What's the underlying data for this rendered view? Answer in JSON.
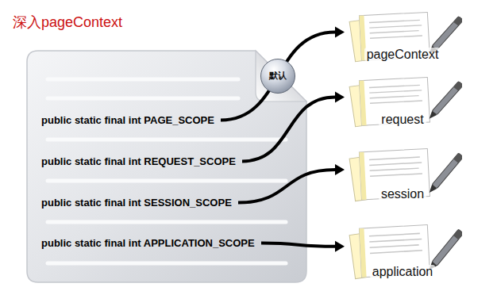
{
  "diagram": {
    "title": "深入pageContext",
    "nodes": [
      {
        "text": [
          "public static final int PAGE_SCOPE"
        ]
      },
      {
        "text": [
          "public static final int REQUEST_SCOPE"
        ]
      },
      {
        "text": [
          "public static final int SESSION_SCOPE"
        ]
      },
      {
        "text": [
          "public static final int APPLICATION_SCOPE"
        ]
      },
      {
        "text": [
          "pageContext"
        ]
      },
      {
        "text": [
          "request"
        ]
      },
      {
        "text": [
          "session"
        ]
      },
      {
        "text": [
          "application"
        ]
      }
    ],
    "edges": [
      {
        "from": 0,
        "to": 4,
        "arrow": "to",
        "label": "默认"
      },
      {
        "from": 1,
        "to": 5,
        "arrow": "to"
      },
      {
        "from": 2,
        "to": 6,
        "arrow": "to"
      },
      {
        "from": 3,
        "to": 7,
        "arrow": "to"
      }
    ]
  }
}
